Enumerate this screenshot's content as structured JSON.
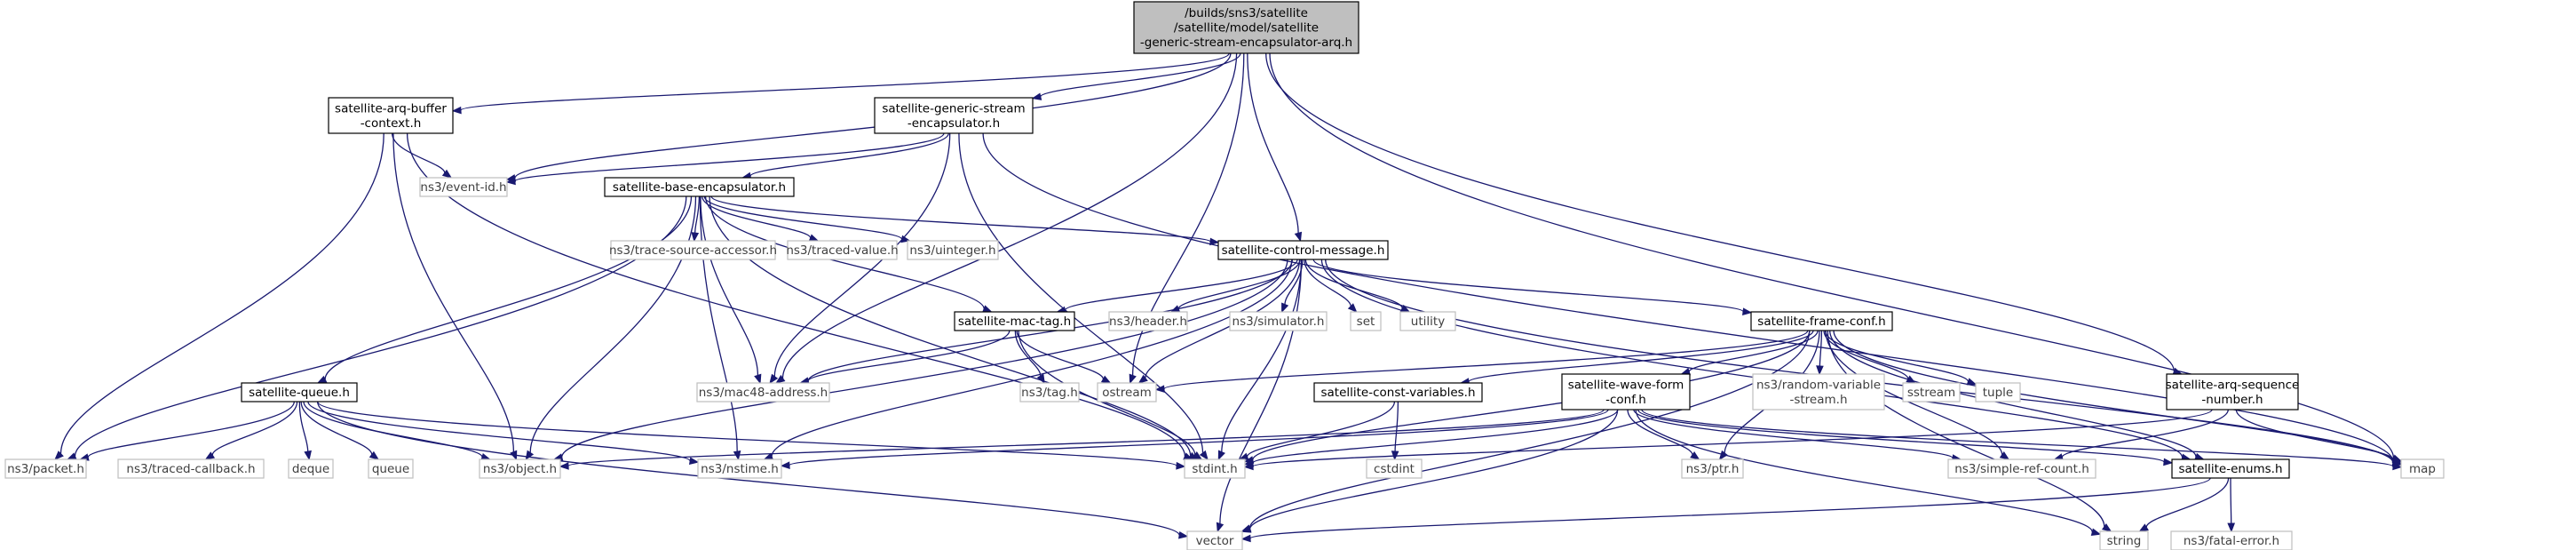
{
  "colors": {
    "edge": "#191970",
    "root_fill": "#bfbfbf",
    "box_border": "#000000",
    "muted_border": "#bfbfbf",
    "box_fill": "#ffffff"
  },
  "nodes": [
    {
      "id": "root",
      "kind": "root",
      "lines": [
        "/builds/sns3/satellite",
        "/satellite/model/satellite",
        "-generic-stream-encapsulator-arq.h"
      ]
    },
    {
      "id": "arqbuf",
      "kind": "header",
      "lines": [
        "satellite-arq-buffer",
        "-context.h"
      ]
    },
    {
      "id": "genstream",
      "kind": "header",
      "lines": [
        "satellite-generic-stream",
        "-encapsulator.h"
      ]
    },
    {
      "id": "eventid",
      "kind": "system",
      "lines": [
        "ns3/event-id.h"
      ]
    },
    {
      "id": "baseenc",
      "kind": "header",
      "lines": [
        "satellite-base-encapsulator.h"
      ]
    },
    {
      "id": "tracesrc",
      "kind": "system",
      "lines": [
        "ns3/trace-source-accessor.h"
      ]
    },
    {
      "id": "tracedval",
      "kind": "system",
      "lines": [
        "ns3/traced-value.h"
      ]
    },
    {
      "id": "uinteger",
      "kind": "system",
      "lines": [
        "ns3/uinteger.h"
      ]
    },
    {
      "id": "ctrlmsg",
      "kind": "header",
      "lines": [
        "satellite-control-message.h"
      ]
    },
    {
      "id": "mactag",
      "kind": "header",
      "lines": [
        "satellite-mac-tag.h"
      ]
    },
    {
      "id": "header",
      "kind": "system",
      "lines": [
        "ns3/header.h"
      ]
    },
    {
      "id": "simulator",
      "kind": "system",
      "lines": [
        "ns3/simulator.h"
      ]
    },
    {
      "id": "set",
      "kind": "system",
      "lines": [
        "set"
      ]
    },
    {
      "id": "utility",
      "kind": "system",
      "lines": [
        "utility"
      ]
    },
    {
      "id": "frameconf",
      "kind": "header",
      "lines": [
        "satellite-frame-conf.h"
      ]
    },
    {
      "id": "mac48",
      "kind": "system",
      "lines": [
        "ns3/mac48-address.h"
      ]
    },
    {
      "id": "tag",
      "kind": "system",
      "lines": [
        "ns3/tag.h"
      ]
    },
    {
      "id": "ostream",
      "kind": "system",
      "lines": [
        "ostream"
      ]
    },
    {
      "id": "constvar",
      "kind": "header",
      "lines": [
        "satellite-const-variables.h"
      ]
    },
    {
      "id": "waveform",
      "kind": "header",
      "lines": [
        "satellite-wave-form",
        "-conf.h"
      ]
    },
    {
      "id": "randvar",
      "kind": "system",
      "lines": [
        "ns3/random-variable",
        "-stream.h"
      ]
    },
    {
      "id": "sstream",
      "kind": "system",
      "lines": [
        "sstream"
      ]
    },
    {
      "id": "tuple",
      "kind": "system",
      "lines": [
        "tuple"
      ]
    },
    {
      "id": "arqseq",
      "kind": "header",
      "lines": [
        "satellite-arq-sequence",
        "-number.h"
      ]
    },
    {
      "id": "queue_h",
      "kind": "header",
      "lines": [
        "satellite-queue.h"
      ]
    },
    {
      "id": "packet",
      "kind": "system",
      "lines": [
        "ns3/packet.h"
      ]
    },
    {
      "id": "tracedcb",
      "kind": "system",
      "lines": [
        "ns3/traced-callback.h"
      ]
    },
    {
      "id": "deque",
      "kind": "system",
      "lines": [
        "deque"
      ]
    },
    {
      "id": "queue",
      "kind": "system",
      "lines": [
        "queue"
      ]
    },
    {
      "id": "object",
      "kind": "system",
      "lines": [
        "ns3/object.h"
      ]
    },
    {
      "id": "nstime",
      "kind": "system",
      "lines": [
        "ns3/nstime.h"
      ]
    },
    {
      "id": "stdint",
      "kind": "system",
      "lines": [
        "stdint.h"
      ]
    },
    {
      "id": "cstdint",
      "kind": "system",
      "lines": [
        "cstdint"
      ]
    },
    {
      "id": "ptr",
      "kind": "system",
      "lines": [
        "ns3/ptr.h"
      ]
    },
    {
      "id": "simplerc",
      "kind": "system",
      "lines": [
        "ns3/simple-ref-count.h"
      ]
    },
    {
      "id": "enums",
      "kind": "header",
      "lines": [
        "satellite-enums.h"
      ]
    },
    {
      "id": "map",
      "kind": "system",
      "lines": [
        "map"
      ]
    },
    {
      "id": "vector",
      "kind": "system",
      "lines": [
        "vector"
      ]
    },
    {
      "id": "string",
      "kind": "system",
      "lines": [
        "string"
      ]
    },
    {
      "id": "fatalerr",
      "kind": "system",
      "lines": [
        "ns3/fatal-error.h"
      ]
    }
  ],
  "edges": [
    [
      "root",
      "arqbuf"
    ],
    [
      "root",
      "genstream"
    ],
    [
      "root",
      "eventid"
    ],
    [
      "root",
      "ctrlmsg"
    ],
    [
      "root",
      "mac48"
    ],
    [
      "root",
      "ostream"
    ],
    [
      "root",
      "arqseq"
    ],
    [
      "root",
      "map"
    ],
    [
      "arqbuf",
      "eventid"
    ],
    [
      "arqbuf",
      "packet"
    ],
    [
      "arqbuf",
      "object"
    ],
    [
      "arqbuf",
      "stdint"
    ],
    [
      "genstream",
      "eventid"
    ],
    [
      "genstream",
      "baseenc"
    ],
    [
      "genstream",
      "mac48"
    ],
    [
      "genstream",
      "stdint"
    ],
    [
      "genstream",
      "map"
    ],
    [
      "baseenc",
      "tracesrc"
    ],
    [
      "baseenc",
      "tracedval"
    ],
    [
      "baseenc",
      "uinteger"
    ],
    [
      "baseenc",
      "ctrlmsg"
    ],
    [
      "baseenc",
      "mac48"
    ],
    [
      "baseenc",
      "queue_h"
    ],
    [
      "baseenc",
      "packet"
    ],
    [
      "baseenc",
      "object"
    ],
    [
      "baseenc",
      "nstime"
    ],
    [
      "baseenc",
      "stdint"
    ],
    [
      "baseenc",
      "mactag"
    ],
    [
      "ctrlmsg",
      "mactag"
    ],
    [
      "ctrlmsg",
      "header"
    ],
    [
      "ctrlmsg",
      "simulator"
    ],
    [
      "ctrlmsg",
      "set"
    ],
    [
      "ctrlmsg",
      "utility"
    ],
    [
      "ctrlmsg",
      "frameconf"
    ],
    [
      "ctrlmsg",
      "mac48"
    ],
    [
      "ctrlmsg",
      "ostream"
    ],
    [
      "ctrlmsg",
      "object"
    ],
    [
      "ctrlmsg",
      "nstime"
    ],
    [
      "ctrlmsg",
      "stdint"
    ],
    [
      "ctrlmsg",
      "vector"
    ],
    [
      "ctrlmsg",
      "map"
    ],
    [
      "ctrlmsg",
      "enums"
    ],
    [
      "mactag",
      "tag"
    ],
    [
      "mactag",
      "mac48"
    ],
    [
      "mactag",
      "ostream"
    ],
    [
      "mactag",
      "stdint"
    ],
    [
      "frameconf",
      "constvar"
    ],
    [
      "frameconf",
      "waveform"
    ],
    [
      "frameconf",
      "randvar"
    ],
    [
      "frameconf",
      "sstream"
    ],
    [
      "frameconf",
      "tuple"
    ],
    [
      "frameconf",
      "ptr"
    ],
    [
      "frameconf",
      "simplerc"
    ],
    [
      "frameconf",
      "enums"
    ],
    [
      "frameconf",
      "map"
    ],
    [
      "frameconf",
      "vector"
    ],
    [
      "frameconf",
      "string"
    ],
    [
      "frameconf",
      "ostream"
    ],
    [
      "frameconf",
      "stdint"
    ],
    [
      "constvar",
      "stdint"
    ],
    [
      "constvar",
      "cstdint"
    ],
    [
      "waveform",
      "object"
    ],
    [
      "waveform",
      "nstime"
    ],
    [
      "waveform",
      "stdint"
    ],
    [
      "waveform",
      "ptr"
    ],
    [
      "waveform",
      "simplerc"
    ],
    [
      "waveform",
      "enums"
    ],
    [
      "waveform",
      "map"
    ],
    [
      "waveform",
      "vector"
    ],
    [
      "waveform",
      "string"
    ],
    [
      "arqseq",
      "stdint"
    ],
    [
      "arqseq",
      "simplerc"
    ],
    [
      "arqseq",
      "map"
    ],
    [
      "queue_h",
      "packet"
    ],
    [
      "queue_h",
      "tracedcb"
    ],
    [
      "queue_h",
      "deque"
    ],
    [
      "queue_h",
      "queue"
    ],
    [
      "queue_h",
      "object"
    ],
    [
      "queue_h",
      "nstime"
    ],
    [
      "queue_h",
      "stdint"
    ],
    [
      "queue_h",
      "vector"
    ],
    [
      "enums",
      "vector"
    ],
    [
      "enums",
      "string"
    ],
    [
      "enums",
      "fatalerr"
    ]
  ]
}
